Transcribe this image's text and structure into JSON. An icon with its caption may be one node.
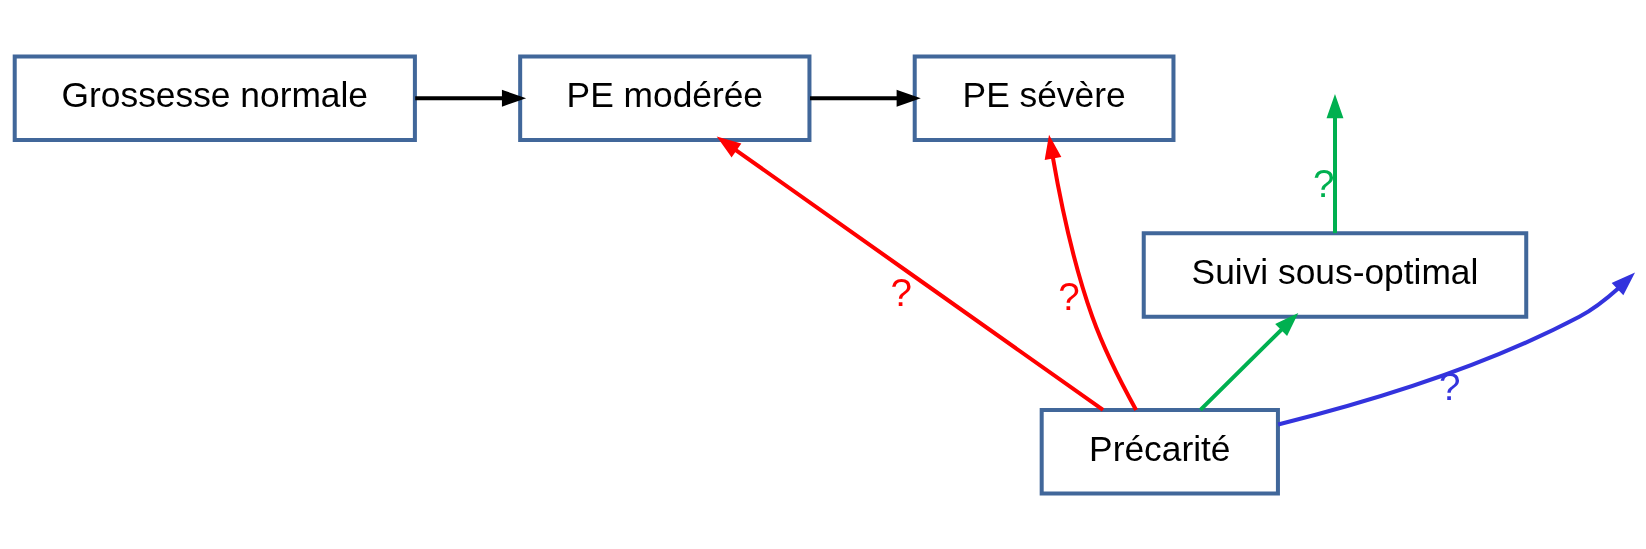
{
  "diagram": {
    "nodes": [
      {
        "text": [
          "Grossesse normale"
        ]
      },
      {
        "text": [
          "PE modérée"
        ]
      },
      {
        "text": [
          "PE sévère"
        ]
      },
      {
        "text": [
          "Suivi sous-optimal"
        ]
      },
      {
        "text": [
          "Précarité"
        ]
      }
    ],
    "edges": [
      {
        "from": 0,
        "to": 1,
        "arrow": "to"
      },
      {
        "from": 1,
        "to": 2,
        "arrow": "to"
      },
      {
        "from": 4,
        "to": 1,
        "arrow": "to",
        "label": "?",
        "color": "#ff0000"
      },
      {
        "from": 3,
        "to": null,
        "arrow": "to",
        "label": "?",
        "color": "#00b050"
      },
      {
        "from": 4,
        "to": null,
        "arrow": "to",
        "label": "?",
        "color": "#3333dd"
      },
      {
        "from": 4,
        "to": 2,
        "arrow": "to",
        "label": "?",
        "color": "#ff0000"
      },
      {
        "from": 4,
        "to": 3,
        "arrow": "to",
        "color": "#00b050"
      }
    ]
  }
}
